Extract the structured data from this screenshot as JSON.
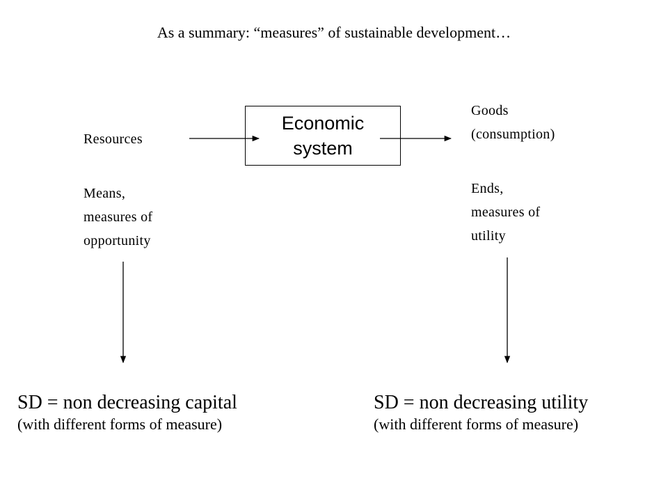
{
  "title": "As a summary: “measures” of sustainable development…",
  "box": {
    "line1": "Economic",
    "line2": "system"
  },
  "left": {
    "resources": "Resources",
    "means_lines": [
      "Means,",
      "measures of",
      "opportunity"
    ]
  },
  "right": {
    "goods_lines": [
      "Goods",
      "(consumption)"
    ],
    "ends_lines": [
      "Ends,",
      "measures of",
      "utility"
    ]
  },
  "bottom_left": {
    "main": "SD = non decreasing capital",
    "sub": "(with different forms of measure)"
  },
  "bottom_right": {
    "main": "SD = non decreasing utility",
    "sub": "(with different forms of measure)"
  }
}
